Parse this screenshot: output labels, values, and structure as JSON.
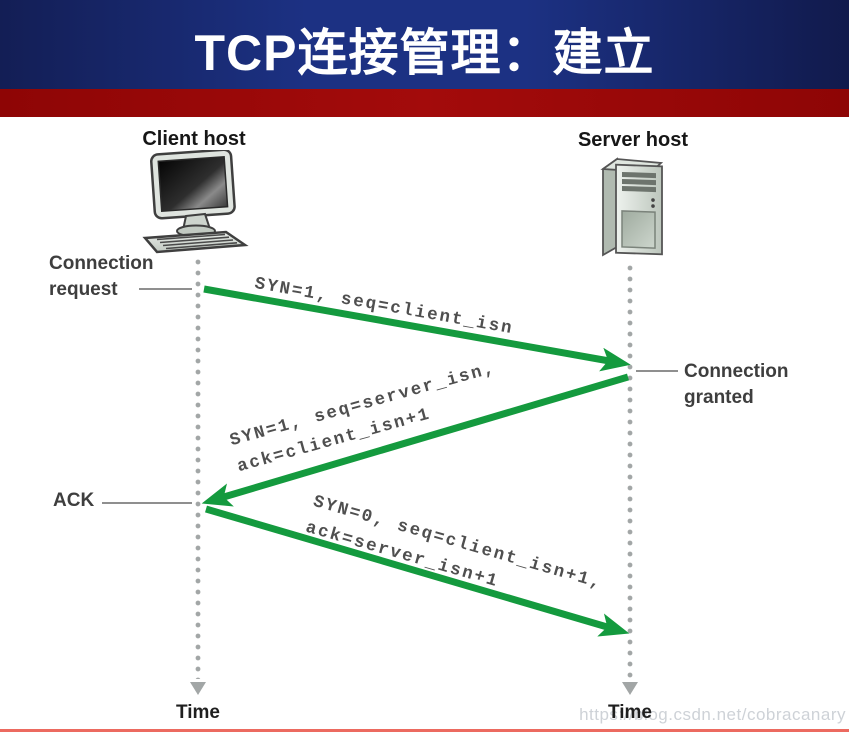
{
  "slide": {
    "title": "TCP连接管理：建立"
  },
  "hosts": {
    "client": "Client host",
    "server": "Server host"
  },
  "events": {
    "connection_request": [
      "Connection",
      "request"
    ],
    "connection_granted": [
      "Connection",
      "granted"
    ],
    "ack": "ACK"
  },
  "messages": [
    {
      "lines": [
        "SYN=1, seq=client_isn"
      ]
    },
    {
      "lines": [
        "SYN=1, seq=server_isn,",
        "ack=client_isn+1"
      ]
    },
    {
      "lines": [
        "SYN=0, seq=client_isn+1,",
        "ack=server_isn+1"
      ]
    }
  ],
  "axis": {
    "client_time": "Time",
    "server_time": "Time"
  },
  "watermark": "https://blog.csdn.net/cobracanary",
  "colors": {
    "header_blue": "#1c3183",
    "stripe_red": "#a30b0b",
    "arrow_green": "#149a3e",
    "timeline_gray": "#a2a6a6",
    "label_gray": "#4f4f4f",
    "bottom_line_red": "#ec6a60"
  }
}
